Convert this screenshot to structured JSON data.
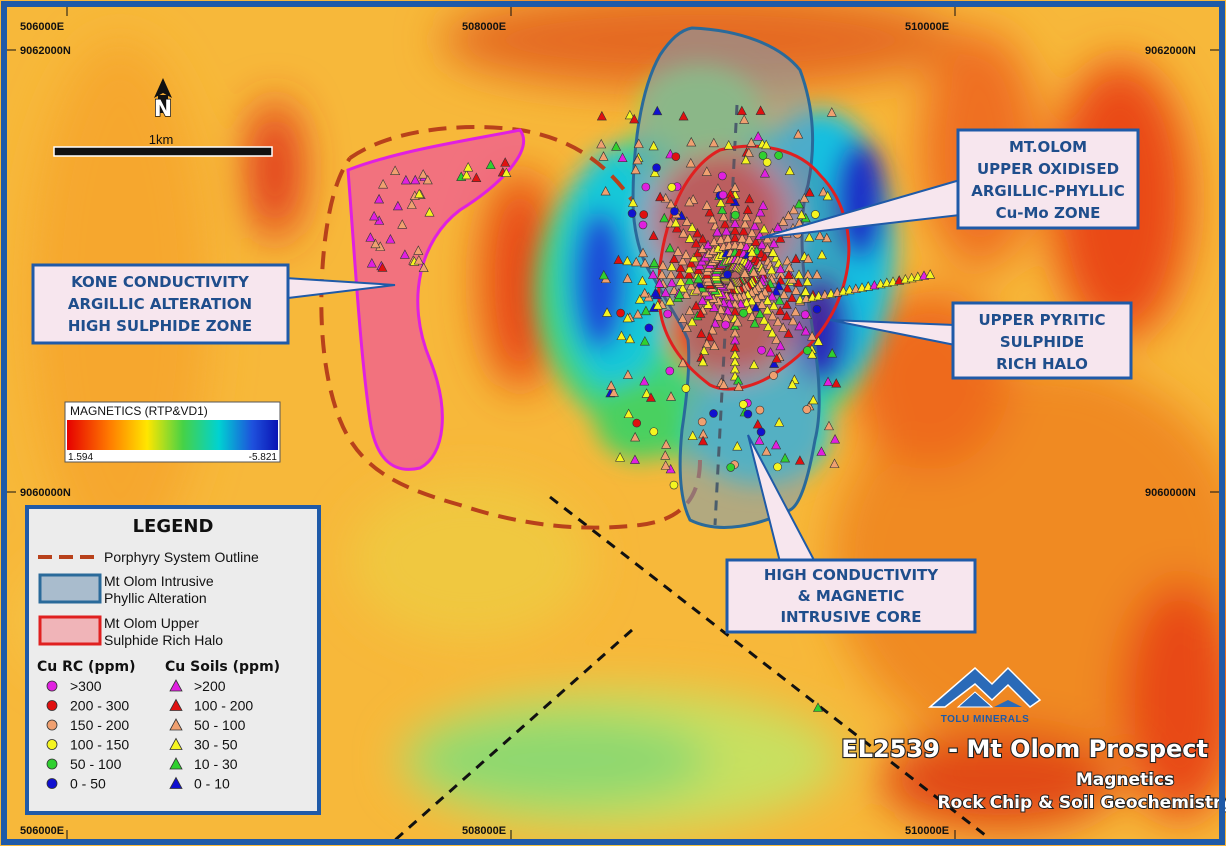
{
  "grid": {
    "x_labels": [
      "506000E",
      "508000E",
      "510000E"
    ],
    "y_labels": [
      "9062000N",
      "9060000N"
    ]
  },
  "north": {
    "label": "N"
  },
  "scale": {
    "label": "1km"
  },
  "magnetics": {
    "title": "MAGNETICS (RTP&VD1)",
    "min_label": "1.594",
    "max_label": "-5.821",
    "colors": [
      "#e60000",
      "#ff7a00",
      "#ffe600",
      "#46d246",
      "#00d2d2",
      "#1e50dc",
      "#0a14b4"
    ]
  },
  "callouts": {
    "kone": [
      "KONE CONDUCTIVITY",
      "ARGILLIC ALTERATION",
      "HIGH SULPHIDE ZONE"
    ],
    "mtolom": [
      "MT.OLOM",
      "UPPER OXIDISED",
      "ARGILLIC-PHYLLIC",
      "Cu-Mo ZONE"
    ],
    "pyritic": [
      "UPPER PYRITIC",
      "SULPHIDE",
      "RICH HALO"
    ],
    "core": [
      "HIGH CONDUCTIVITY",
      "& MAGNETIC",
      "INTRUSIVE CORE"
    ]
  },
  "legend": {
    "title": "LEGEND",
    "porphyry": "Porphyry System Outline",
    "intrusive": [
      "Mt Olom Intrusive",
      "Phyllic Alteration"
    ],
    "halo": [
      "Mt Olom Upper",
      "Sulphide Rich Halo"
    ],
    "rc_heading": "Cu RC (ppm)",
    "soil_heading": "Cu Soils (ppm)",
    "rc_classes": [
      {
        "label": ">300",
        "color": "#e020e0"
      },
      {
        "label": "200 - 300",
        "color": "#e01010"
      },
      {
        "label": "150 - 200",
        "color": "#f0a070"
      },
      {
        "label": "100 - 150",
        "color": "#f5f520"
      },
      {
        "label": "50 - 100",
        "color": "#30d030"
      },
      {
        "label": "0 - 50",
        "color": "#1010d0"
      }
    ],
    "soil_classes": [
      {
        "label": ">200",
        "color": "#e020e0"
      },
      {
        "label": "100 - 200",
        "color": "#e01010"
      },
      {
        "label": "50 - 100",
        "color": "#f0a070"
      },
      {
        "label": "30 - 50",
        "color": "#f5f520"
      },
      {
        "label": "10 - 30",
        "color": "#30d030"
      },
      {
        "label": "0 - 10",
        "color": "#1010d0"
      }
    ]
  },
  "branding": {
    "company": "TOLU MINERALS"
  },
  "title": {
    "main": "EL2539 - Mt Olom Prospect",
    "sub1": "Magnetics",
    "sub2": "Rock Chip & Soil Geochemistry"
  },
  "colors": {
    "frame": "#1f5aa8",
    "callout_border": "#1f5aa8",
    "callout_fill": "#f7e6ee",
    "porphyry": "#b8411b",
    "intrusive_fill": "#7a9db8",
    "halo": "#e02020",
    "kone_fill": "#f06090"
  }
}
